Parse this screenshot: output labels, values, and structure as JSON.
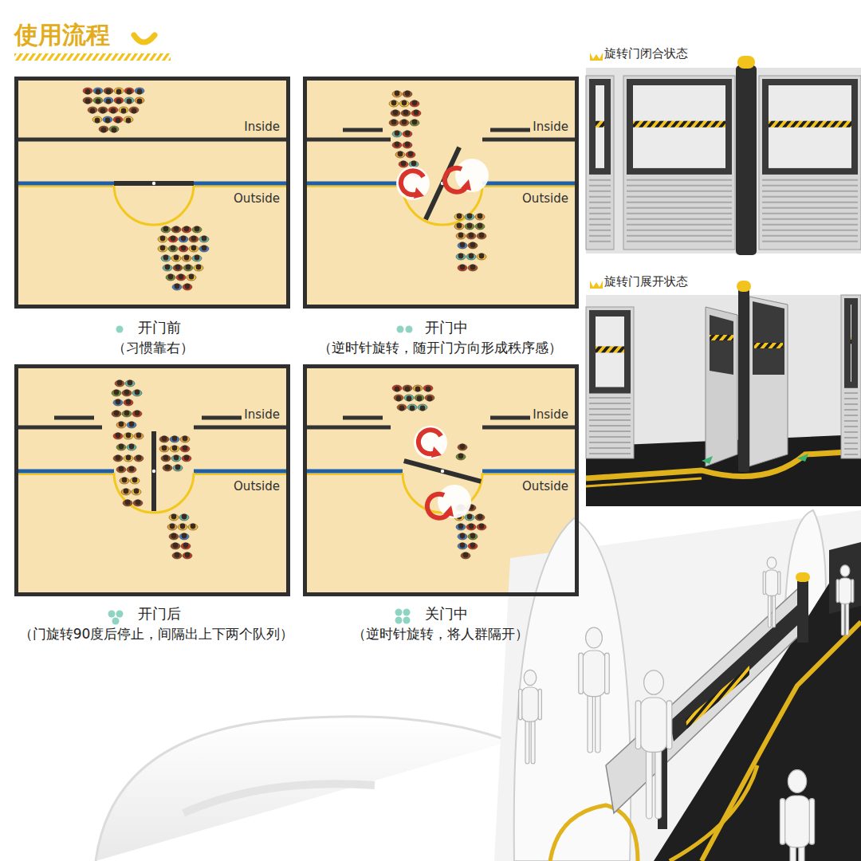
{
  "diagram": {
    "title": "使用流程",
    "nodes": [
      {
        "text": [
          "Inside",
          "Outside"
        ]
      },
      {
        "text": [
          "Inside",
          "Outside"
        ]
      },
      {
        "text": [
          "Inside",
          "Outside"
        ]
      },
      {
        "text": [
          "Inside",
          "Outside"
        ]
      }
    ],
    "labels": [
      "开门前",
      "（习惯靠右）",
      "开门中",
      "（逆时针旋转，随开门方向形成秩序感）",
      "开门后",
      "（门旋转90度后停止，间隔出上下两个队列）",
      "关门中",
      "（逆时针旋转，将人群隔开）",
      "旋转门闭合状态",
      "旋转门展开状态"
    ]
  }
}
